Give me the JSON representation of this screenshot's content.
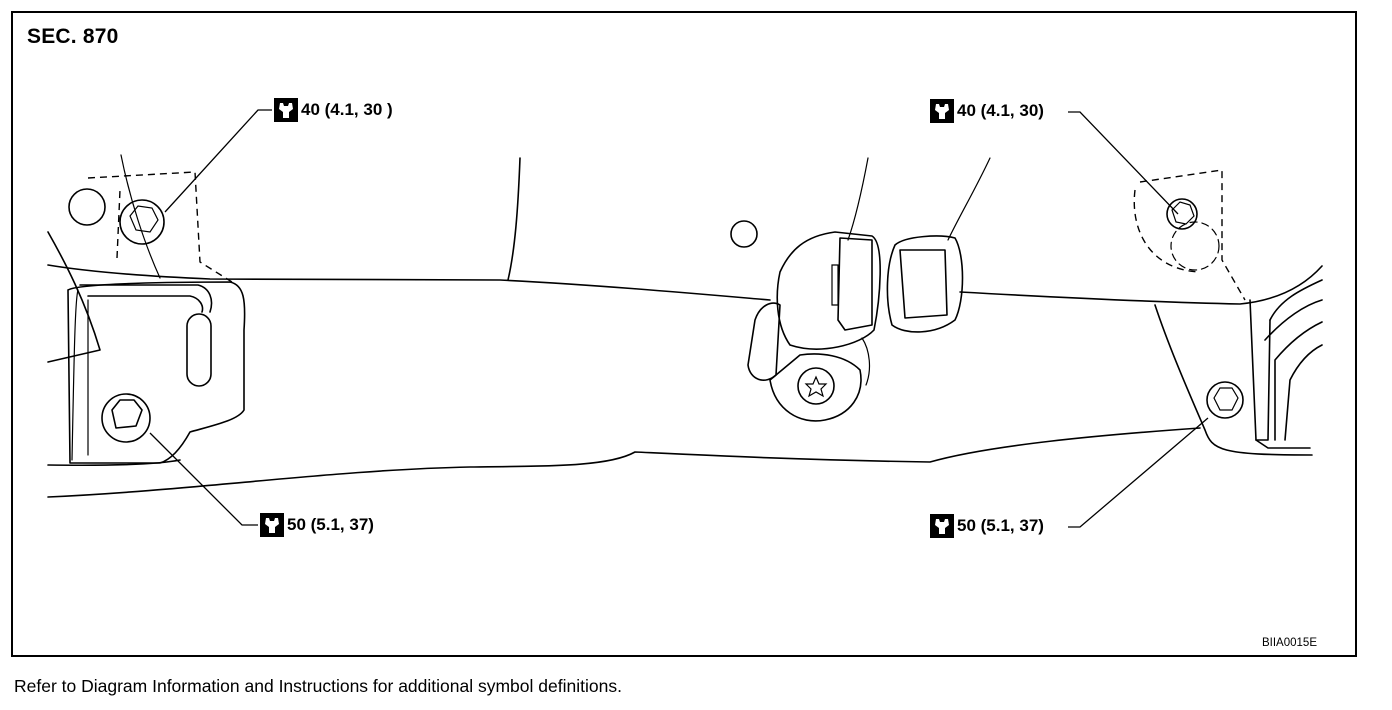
{
  "section_label": "SEC. 870",
  "callouts": {
    "top_left": {
      "torque": "40 (4.1, 30 )",
      "icon": "torque-wrench-icon"
    },
    "top_right": {
      "torque": "40 (4.1, 30)",
      "icon": "torque-wrench-icon"
    },
    "bottom_left": {
      "torque": "50 (5.1, 37)",
      "icon": "torque-wrench-icon"
    },
    "bottom_right": {
      "torque": "50 (5.1, 37)",
      "icon": "torque-wrench-icon"
    }
  },
  "figure_code": "BIIA0015E",
  "footer_note": "Refer to Diagram Information and Instructions for additional symbol definitions."
}
